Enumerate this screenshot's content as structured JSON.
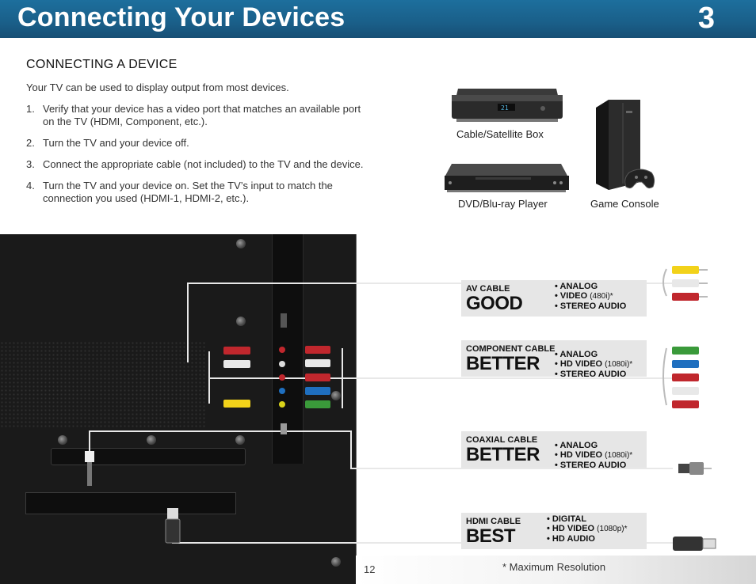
{
  "header": {
    "title": "Connecting Your Devices",
    "chapter_number": "3"
  },
  "section_heading": "CONNECTING A DEVICE",
  "intro": "Your TV can be used to display output from most devices.",
  "steps": [
    {
      "num": "1.",
      "text": "Verify that your device has a video port that matches an available port on the TV (HDMI, Component, etc.)."
    },
    {
      "num": "2.",
      "text": "Turn the TV and your device off."
    },
    {
      "num": "3.",
      "text": "Connect the appropriate cable (not included) to the TV and the device."
    },
    {
      "num": "4.",
      "text": "Turn the TV and your device on. Set the TV’s input to match the connection you used (HDMI-1, HDMI-2, etc.)."
    }
  ],
  "devices": {
    "cable_box": "Cable/Satellite Box",
    "dvd": "DVD/Blu-ray Player",
    "console": "Game Console"
  },
  "cables": [
    {
      "name": "AV CABLE",
      "rating": "GOOD",
      "features": [
        {
          "text": "ANALOG",
          "res": ""
        },
        {
          "text": "VIDEO",
          "res": "(480i)*"
        },
        {
          "text": "STEREO AUDIO",
          "res": ""
        }
      ]
    },
    {
      "name": "COMPONENT CABLE",
      "rating": "BETTER",
      "features": [
        {
          "text": "ANALOG",
          "res": ""
        },
        {
          "text": "HD VIDEO",
          "res": "(1080i)*"
        },
        {
          "text": "STEREO AUDIO",
          "res": ""
        }
      ]
    },
    {
      "name": "COAXIAL CABLE",
      "rating": "BETTER",
      "features": [
        {
          "text": "ANALOG",
          "res": ""
        },
        {
          "text": "HD VIDEO",
          "res": "(1080i)*"
        },
        {
          "text": "STEREO AUDIO",
          "res": ""
        }
      ]
    },
    {
      "name": "HDMI CABLE",
      "rating": "BEST",
      "features": [
        {
          "text": "DIGITAL",
          "res": ""
        },
        {
          "text": "HD VIDEO",
          "res": "(1080p)*"
        },
        {
          "text": "HD AUDIO",
          "res": ""
        }
      ]
    }
  ],
  "footer": {
    "page_number": "12",
    "footnote": "* Maximum Resolution"
  },
  "colors": {
    "header_blue": "#1a5f89",
    "box_gray": "#e6e6e6",
    "tv_black": "#1a1a1a"
  }
}
